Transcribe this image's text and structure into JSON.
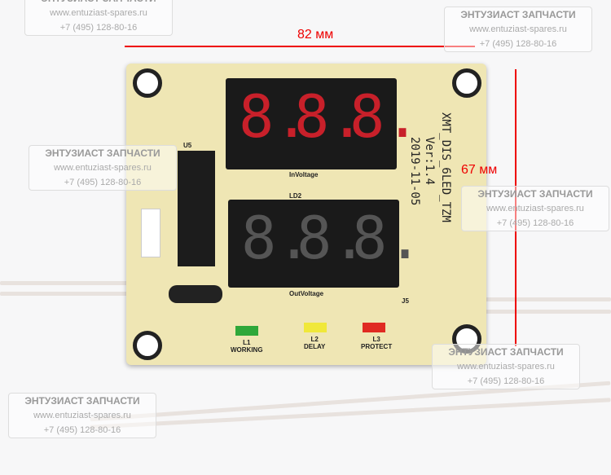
{
  "watermark": {
    "name": "ЭНТУЗИАСТ ЗАПЧАСТИ",
    "site": "www.entuziast-spares.ru",
    "phone": "+7 (495) 128-80-16"
  },
  "dimensions": {
    "width": "82 мм",
    "height": "67 мм"
  },
  "board": {
    "model": "XMT_DIS_6LED_TZM",
    "version": "Ver:1.4",
    "date": "2019-11-05",
    "ic": "U5",
    "display_top_label": "InVoltage",
    "display_bottom_label": "OutVoltage",
    "ld": "LD2",
    "connector": "J5",
    "leds": [
      {
        "id": "L1",
        "label": "WORKING",
        "color": "#2fa83a"
      },
      {
        "id": "L2",
        "label": "DELAY",
        "color": "#f0e83a"
      },
      {
        "id": "L3",
        "label": "PROTECT",
        "color": "#e02a22"
      }
    ]
  },
  "display": {
    "top_digits": [
      "8.",
      "8.",
      "8."
    ],
    "bottom_digits": [
      "8.",
      "8.",
      "8."
    ],
    "top_color": "#c8202a",
    "bottom_color": "#555"
  }
}
